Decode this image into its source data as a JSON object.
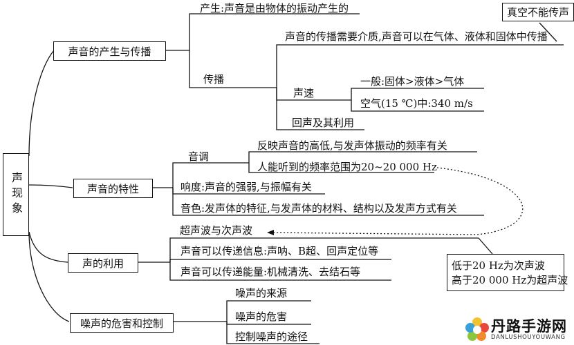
{
  "root": "声现象",
  "branches": [
    {
      "label": "声音的产生与传播",
      "items": [
        "产生:声音是由物体的振动产生的",
        "传播",
        "声音的传播需要介质,声音可以在气体、液体和固体中传播",
        "声速",
        "一般:固体>液体>气体",
        "空气(15 ℃)中:340 m/s",
        "回声及其利用"
      ]
    },
    {
      "label": "声音的特性",
      "items": [
        "音调",
        "反映声音的高低,与发声体振动的频率有关",
        "人能听到的频率范围为20~20 000 Hz",
        "响度:声音的强弱,与振幅有关",
        "音色:发声体的特征,与发声体的材料、结构以及发声方式有关"
      ]
    },
    {
      "label": "声的利用",
      "items": [
        "超声波与次声波",
        "声音可以传递信息:声呐、B超、回声定位等",
        "声音可以传递能量:机械清洗、去结石等"
      ]
    },
    {
      "label": "噪声的危害和控制",
      "items": [
        "噪声的来源",
        "噪声的危害",
        "控制噪声的途径"
      ]
    }
  ],
  "callouts": {
    "vacuum": "真空不能传声",
    "infra": "低于20 Hz为次声波",
    "ultra": "高于20 000 Hz为超声波"
  },
  "watermark": {
    "cn": "丹路手游网",
    "en": "DANLUSHOUYOUWANG"
  }
}
